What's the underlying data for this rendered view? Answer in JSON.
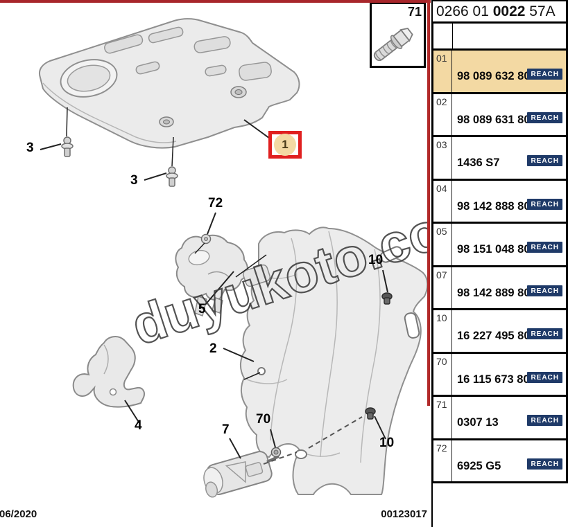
{
  "header": {
    "code_prefix": "0266 01 ",
    "code_bold": "0022",
    "code_suffix": " 57A"
  },
  "inset": {
    "label": "71",
    "icon": "hex-flange-screw"
  },
  "parts_table": {
    "reach_label": "REACH",
    "rows": [
      {
        "ref": "01",
        "part_number": "98 089 632 80",
        "highlighted": true
      },
      {
        "ref": "02",
        "part_number": "98 089 631 80",
        "highlighted": false
      },
      {
        "ref": "03",
        "part_number": "1436 S7",
        "highlighted": false
      },
      {
        "ref": "04",
        "part_number": "98 142 888 80",
        "highlighted": false
      },
      {
        "ref": "05",
        "part_number": "98 151 048 80",
        "highlighted": false
      },
      {
        "ref": "07",
        "part_number": "98 142 889 80",
        "highlighted": false
      },
      {
        "ref": "10",
        "part_number": "16 227 495 80",
        "highlighted": false
      },
      {
        "ref": "70",
        "part_number": "16 115 673 80",
        "highlighted": false
      },
      {
        "ref": "71",
        "part_number": "0307 13",
        "highlighted": false
      },
      {
        "ref": "72",
        "part_number": "6925 G5",
        "highlighted": false
      }
    ]
  },
  "diagram": {
    "selected_callout": {
      "label": "1"
    },
    "callouts": [
      {
        "label": "3"
      },
      {
        "label": "3"
      },
      {
        "label": "72"
      },
      {
        "label": "5"
      },
      {
        "label": "10"
      },
      {
        "label": "2"
      },
      {
        "label": "4"
      },
      {
        "label": "7"
      },
      {
        "label": "70"
      },
      {
        "label": "10"
      }
    ]
  },
  "watermark": "duyukoto.com",
  "footer": {
    "date": "06/2020",
    "document_number": "00123017"
  },
  "colors": {
    "highlight_row": "#F3D9A3",
    "reach_badge_bg": "#1F3A68",
    "selection_red": "#E02020",
    "frame_red": "#AE2B2B"
  }
}
